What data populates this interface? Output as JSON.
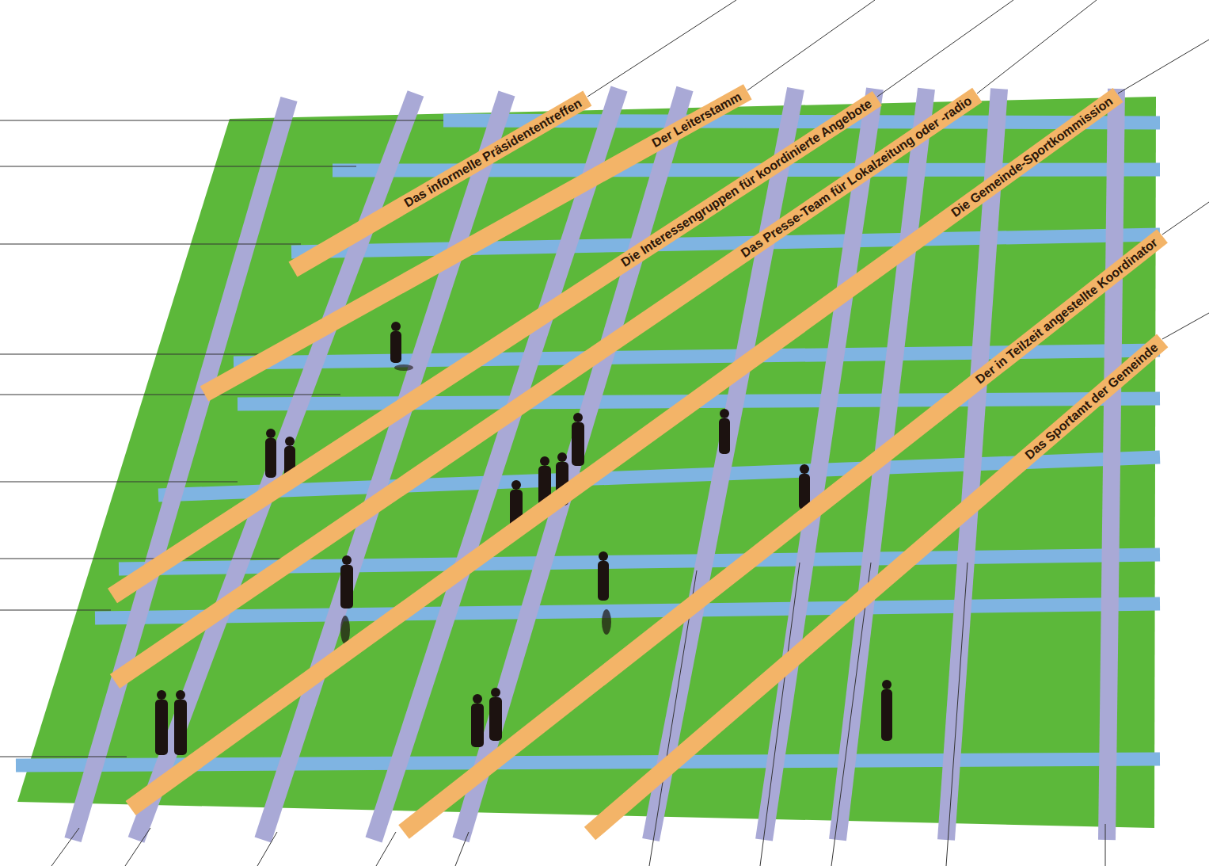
{
  "diagram": {
    "nodes": [
      {
        "text": [
          "Das informelle Präsidententreffen"
        ]
      },
      {
        "text": [
          "Der Leiterstamm"
        ]
      },
      {
        "text": [
          "Die Interessengruppen für koordinierte Angebote"
        ]
      },
      {
        "text": [
          "Das Presse-Team für Lokalzeitung oder -radio"
        ]
      },
      {
        "text": [
          "Die Gemeinde-Sportkommission"
        ]
      },
      {
        "text": [
          "Der in Teilzeit angestellte Koordinator"
        ]
      },
      {
        "text": [
          "Das Sportamt der Gemeinde"
        ]
      }
    ]
  }
}
